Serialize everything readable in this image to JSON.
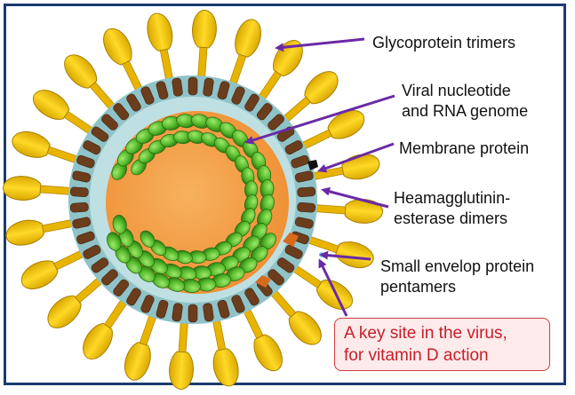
{
  "labels": {
    "glycoprotein": "Glycoprotein trimers",
    "nucleotide_line1": "Viral nucleotide",
    "nucleotide_line2": "and RNA genome",
    "membrane": "Membrane protein",
    "hemag_line1": "Heamagglutinin-",
    "hemag_line2": "esterase dimers",
    "envelope_line1": "Small envelop protein",
    "envelope_line2": "pentamers"
  },
  "callout": {
    "line1": "A key site in the virus,",
    "line2": "for vitamin D action"
  },
  "colors": {
    "frame": "#1b3b6f",
    "arrow": "#6a2aa6",
    "spike": "#f2c400",
    "core": "#f5a24b",
    "nucleoprotein": "#5fc62f",
    "membrane_brown": "#6b3d1c",
    "membrane_light": "#a8d4d8",
    "callout_text": "#c81e2a"
  }
}
